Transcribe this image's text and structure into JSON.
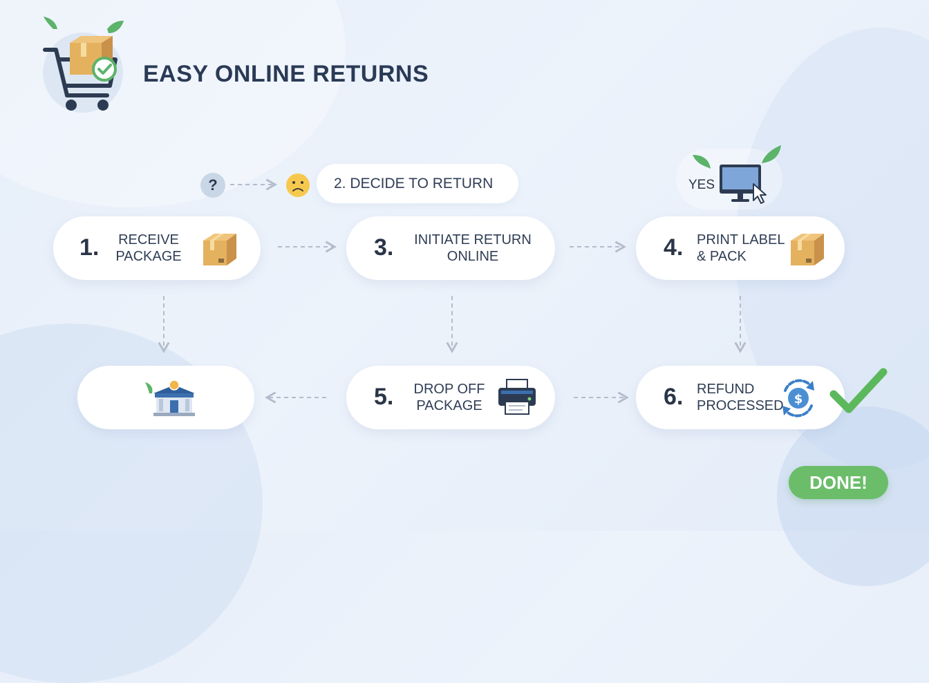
{
  "title": "EASY ONLINE RETURNS",
  "question_mark": "?",
  "decide_step": "2. DECIDE TO RETURN",
  "yes_label": "YES",
  "steps": {
    "receive": {
      "number": "1.",
      "line1": "RECEIVE",
      "line2": "PACKAGE"
    },
    "initiate": {
      "number": "3.",
      "line1": "INITIATE RETURN",
      "line2": "ONLINE"
    },
    "print": {
      "number": "4.",
      "line1": "PRINT LABEL",
      "line2": "& PACK"
    },
    "dropoff": {
      "number": "5.",
      "line1": "DROP OFF",
      "line2": "PACKAGE"
    },
    "refund": {
      "number": "6.",
      "line1": "REFUND",
      "line2": "PROCESSED"
    }
  },
  "done_label": "DONE!",
  "icons": {
    "logo": "shopping-cart-with-box-check-icon",
    "receive": "cardboard-box-icon",
    "print": "cardboard-box-icon",
    "yes": "computer-monitor-cursor-icon",
    "store": "storefront-icon",
    "dropoff": "printer-icon",
    "refund": "dollar-refund-icon",
    "sad": "sad-face-icon",
    "check": "checkmark-icon"
  },
  "colors": {
    "accent_green": "#6bbd6a",
    "text_dark": "#2a3548",
    "arrow_gray": "#b3bccb"
  }
}
